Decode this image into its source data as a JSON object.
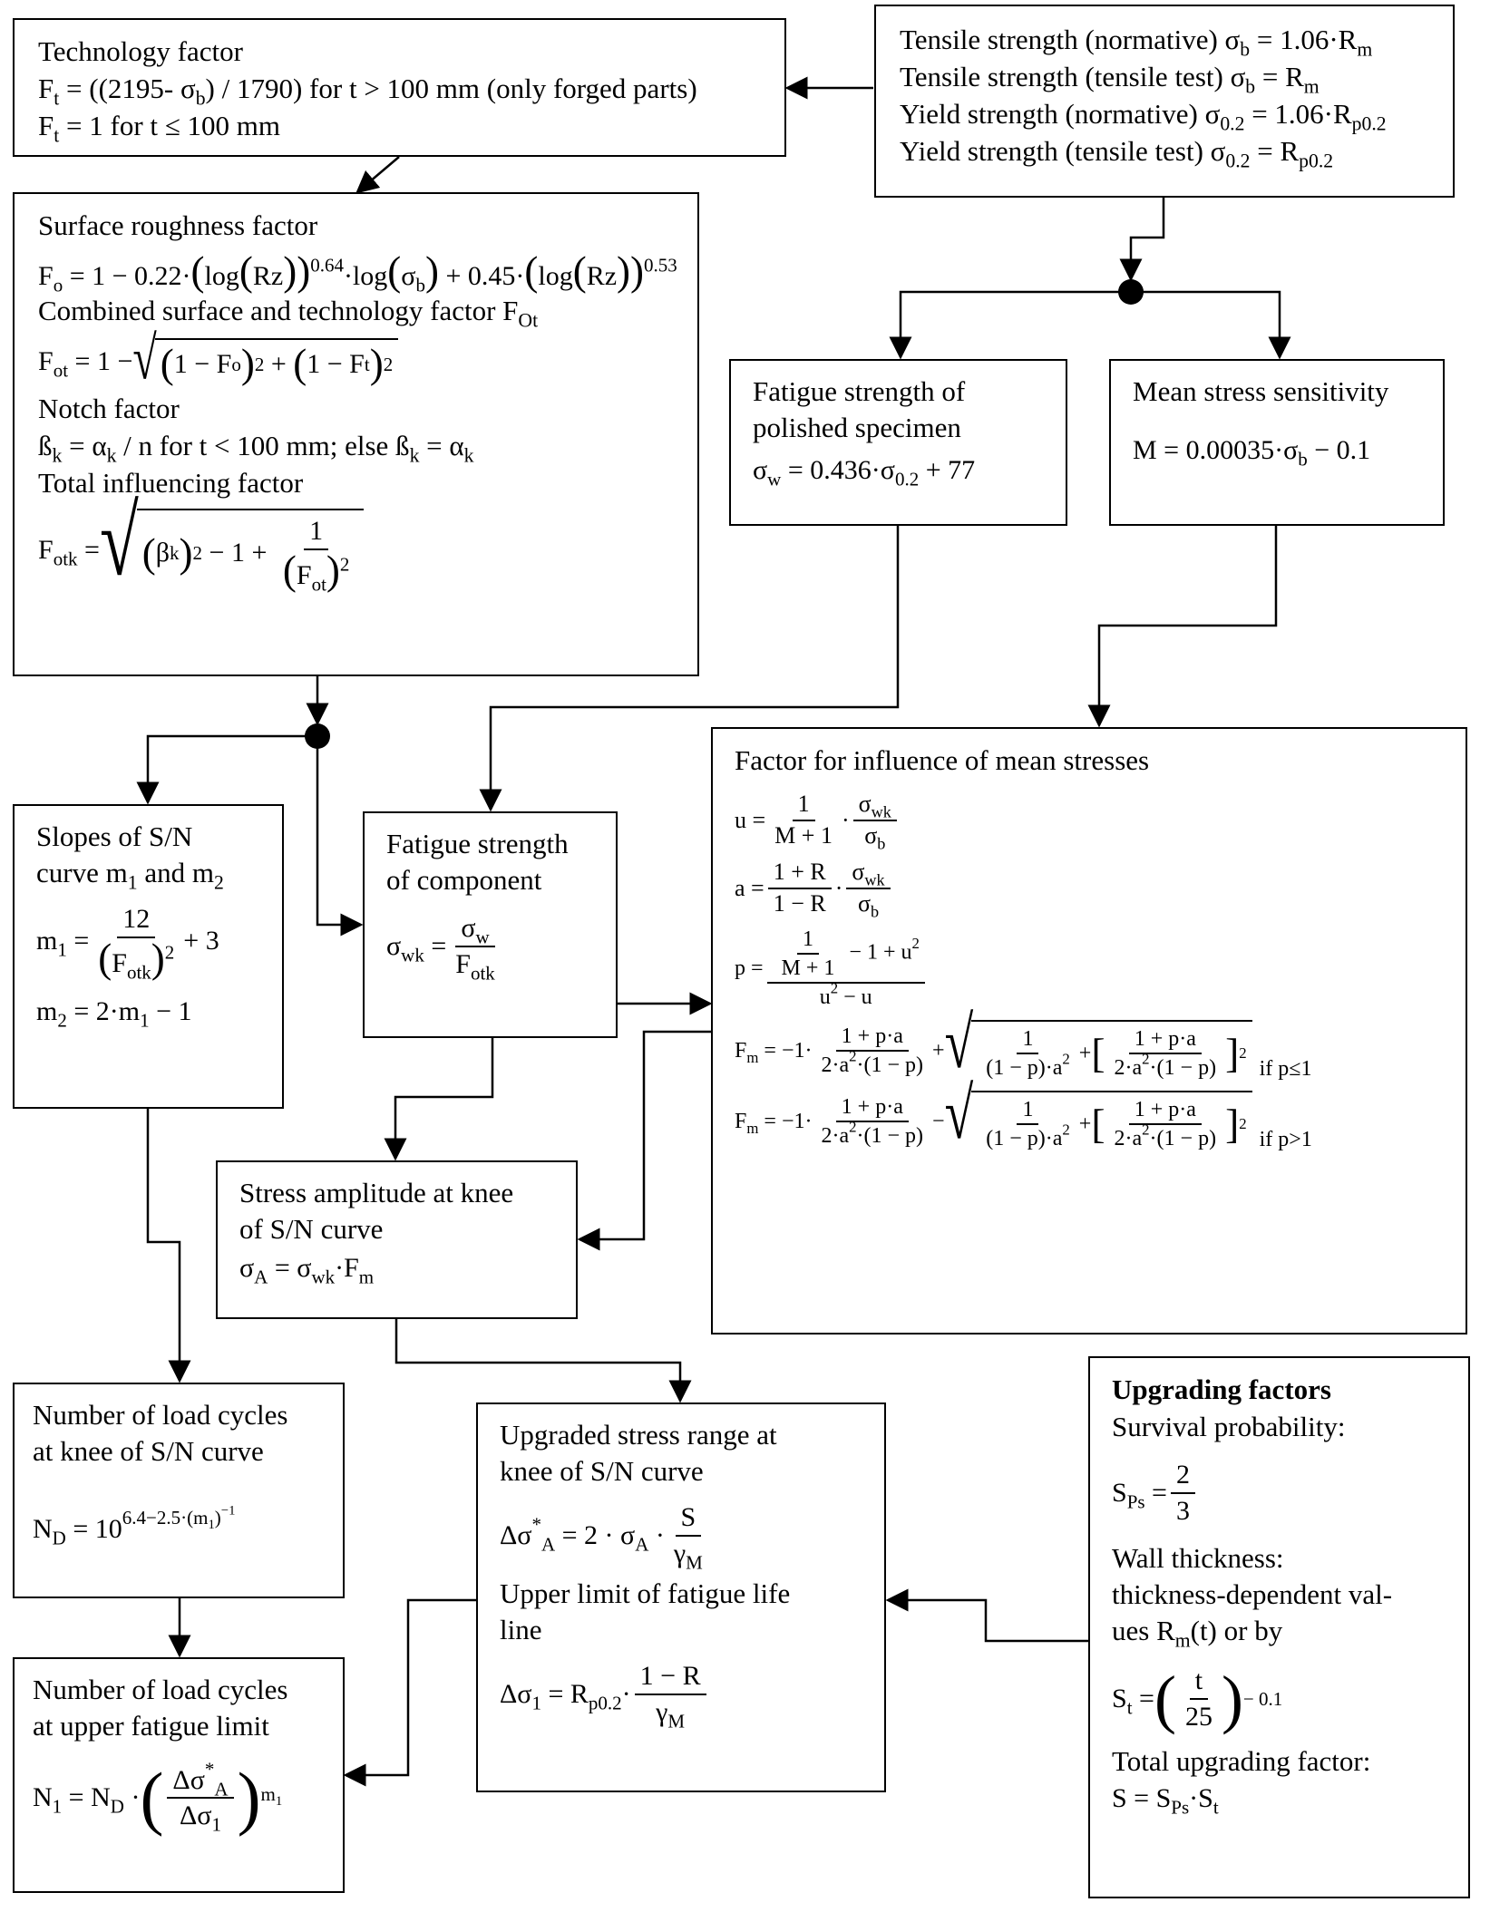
{
  "technology_box": {
    "title": "Technology factor",
    "line1": "Ft = ((2195- σb) / 1790) for t > 100 mm (only forged parts)",
    "line2": "Ft = 1 for t ≤ 100 mm"
  },
  "strength_box": {
    "line1": "Tensile strength (normative) σb = 1.06·Rm",
    "line2": "Tensile strength (tensile test) σb = Rm",
    "line3": "Yield strength (normative) σ0.2 = 1.06·Rp0.2",
    "line4": "Yield strength (tensile test) σ0.2 = Rp0.2"
  },
  "surface_box": {
    "title": "Surface roughness factor",
    "formula_fo": "Fo = 1 − 0.22·(log(Rz))^0.64·log(σb) + 0.45·(log(Rz))^0.53",
    "combined_title": "Combined surface and technology factor FOt",
    "formula_fot": "Fot = 1 − √((1 − Fo)² + (1 − Ft)²)",
    "notch_title": "Notch factor",
    "notch_formula": "ßk = αk / n for t < 100 mm; else ßk = αk",
    "total_title": "Total influencing factor",
    "formula_fotk": "Fotk = √((βk)² − 1 + 1/(Fot)²)"
  },
  "polished_box": {
    "title": "Fatigue strength of\npolished specimen",
    "formula": "σw = 0.436·σ0.2 + 77"
  },
  "mean_sensitivity_box": {
    "title": "Mean stress sensitivity",
    "formula": "M = 0.00035·σb − 0.1"
  },
  "slopes_box": {
    "title": "Slopes of S/N\ncurve m1 and m2",
    "formula_m1": "m1 = 12/(Fotk)² + 3",
    "formula_m2": "m2 = 2·m1 − 1"
  },
  "component_box": {
    "title": "Fatigue strength\nof component",
    "formula": "σwk = σw / Fotk"
  },
  "mean_stress_box": {
    "title": "Factor for influence of mean stresses",
    "formula_u": "u = 1/(M + 1) · σwk/σb",
    "formula_a": "a = (1 + R)/(1 − R) · σwk/σb",
    "formula_p": "p = (1/(M + 1) − 1 + u²)/(u² − u)",
    "formula_fm1": "Fm = −1·(1 + p·a)/(2·a²·(1 − p)) + √(1/((1 − p)·a²) + [(1 + p·a)/(2·a²·(1 − p))]²)",
    "cond1": "if p≤1",
    "formula_fm2": "Fm = −1·(1 + p·a)/(2·a²·(1 − p)) − √(1/((1 − p)·a²) + [(1 + p·a)/(2·a²·(1 − p))]²)",
    "cond2": "if p>1"
  },
  "amplitude_box": {
    "title": "Stress amplitude at knee\nof  S/N curve",
    "formula": "σA = σwk·Fm"
  },
  "cycles_knee_box": {
    "title": "Number of load cycles\nat knee of S/N curve",
    "formula": "ND = 10^(6.4−2.5·(m1)^−1)"
  },
  "upgraded_box": {
    "title": "Upgraded stress range at\nknee of S/N curve",
    "formula_delta_a": "Δσ*A = 2 · σA · S/γM",
    "upper_title": "Upper limit of fatigue life\nline",
    "formula_delta_1": "Δσ1 = Rp0.2·(1 − R)/γM"
  },
  "cycles_upper_box": {
    "title": "Number of load cycles\nat upper fatigue limit",
    "formula": "N1 = ND · (Δσ*A/Δσ1)^m1"
  },
  "upgrading_box": {
    "heading": "Upgrading factors",
    "survival_title": "Survival probability:",
    "formula_sps": "SPs = 2/3",
    "wall_title": "Wall thickness:\nthickness-dependent val-\nues Rm(t) or by",
    "formula_st": "St = (t/25)^−0.1",
    "total_title": "Total upgrading factor:",
    "formula_s": "S = SPs·St"
  }
}
